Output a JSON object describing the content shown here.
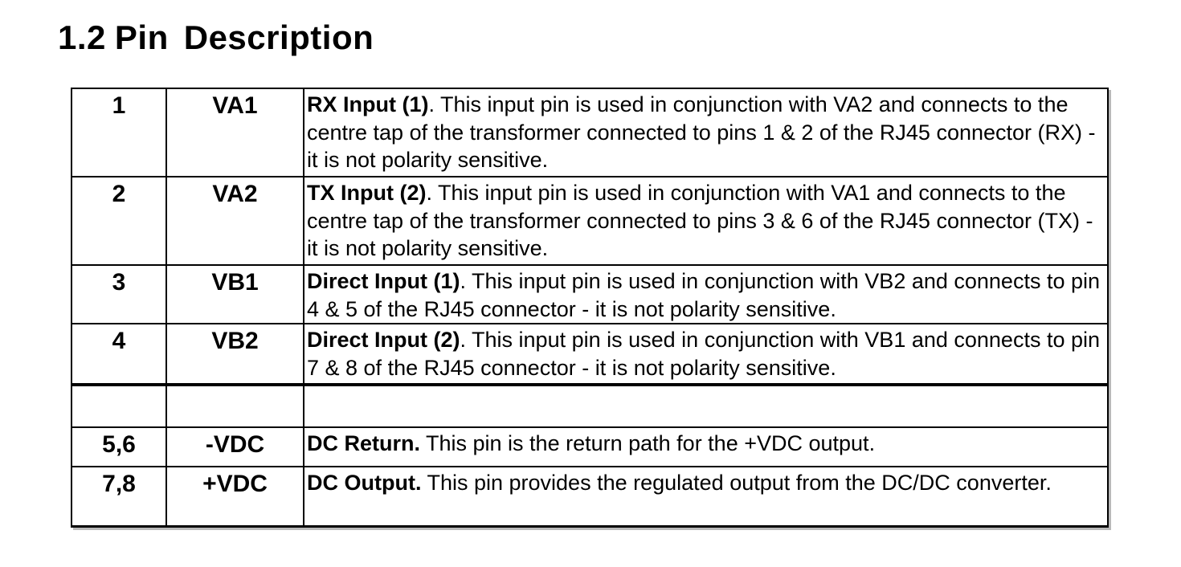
{
  "page": {
    "background": "#ffffff",
    "text_color": "#000000",
    "border_color": "#000000"
  },
  "heading": {
    "number": "1.2",
    "word1": "Pin",
    "word2": "Description"
  },
  "table": {
    "columns": [
      "pin-number",
      "pin-name",
      "pin-description"
    ],
    "rows": [
      {
        "pin": "1",
        "name": "VA1",
        "desc_bold": "RX Input (1)",
        "desc_rest": ". This input pin is used in conjunction with VA2 and connects to the centre tap of the transformer connected to pins 1 & 2 of the RJ45 connector (RX) - it is not polarity sensitive."
      },
      {
        "pin": "2",
        "name": "VA2",
        "desc_bold": "TX Input (2)",
        "desc_rest": ". This input pin is used in conjunction with VA1 and connects to the centre tap of the transformer connected to pins 3 & 6 of the RJ45 connector (TX) - it is not polarity sensitive."
      },
      {
        "pin": "3",
        "name": "VB1",
        "desc_bold": "Direct Input (1)",
        "desc_rest": ". This input pin is used in conjunction with VB2 and connects to pin 4 & 5 of the RJ45 connector - it is not polarity sensitive."
      },
      {
        "pin": "4",
        "name": "VB2",
        "desc_bold": "Direct Input (2)",
        "desc_rest": ". This input pin is used in conjunction with VB1 and connects to pin 7 & 8 of the RJ45 connector - it is not polarity sensitive."
      },
      {
        "pin": "",
        "name": "",
        "desc_bold": "",
        "desc_rest": ""
      },
      {
        "pin": "5,6",
        "name": "-VDC",
        "desc_bold": "DC Return.",
        "desc_rest": " This pin is the return path for the +VDC output."
      },
      {
        "pin": "7,8",
        "name": "+VDC",
        "desc_bold": "DC Output.",
        "desc_rest": " This pin provides the regulated output from the DC/DC converter."
      }
    ]
  }
}
